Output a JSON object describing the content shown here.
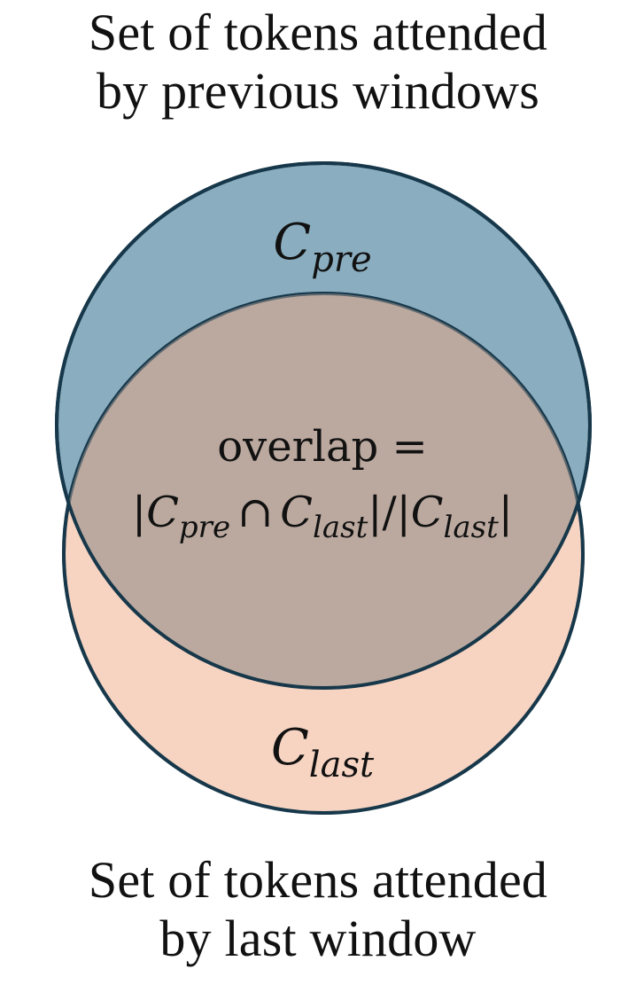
{
  "top_caption": {
    "line1": "Set of tokens attended",
    "line2": "by previous windows"
  },
  "bottom_caption": {
    "line1": "Set of tokens attended",
    "line2": "by last window"
  },
  "sets": {
    "pre": {
      "symbol": "C",
      "subscript": "pre"
    },
    "last": {
      "symbol": "C",
      "subscript": "last"
    }
  },
  "overlap": {
    "line1": "overlap =",
    "bar": "|",
    "intersection": "∩",
    "slash": "/"
  },
  "colors": {
    "pre_fill": "#8aaec0",
    "last_fill": "#f7d4c2",
    "overlap_fill": "#bba99f",
    "outline": "#17384a"
  }
}
